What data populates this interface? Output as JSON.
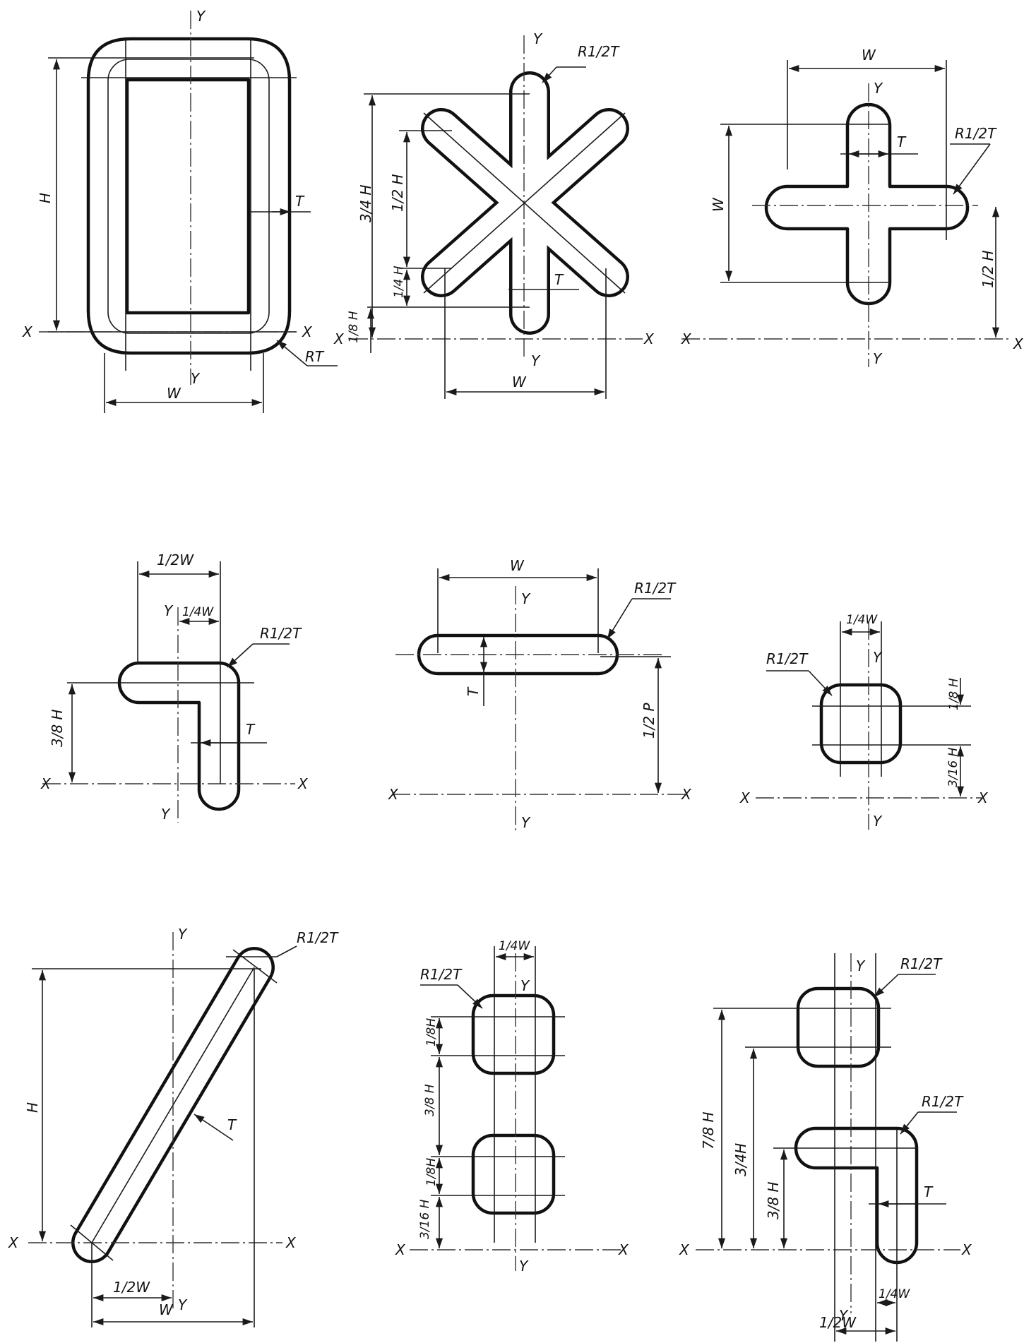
{
  "labels": {
    "x": "X",
    "y": "Y",
    "h": "H",
    "w": "W",
    "t": "T",
    "rt": "RT",
    "r_half_t": "R1/2T",
    "r_half_t_alt": "R 1/2T",
    "half_w": "1/2W",
    "half_w_alt": "1/2 W",
    "quarter_w": "1/4W",
    "quarter_w_alt": "1/4 W",
    "three_quarter_h": "3/4 H",
    "three_quarter_h_alt": "3/4H",
    "half_h": "1/2 H",
    "half_h_alt": "1/2 H",
    "half_h_mis": "1/2 P",
    "quarter_h": "1/4 H",
    "eighth_h": "1/8 H",
    "eighth_h_alt": "1/8H",
    "three_eighth_h": "3/8 H",
    "three_sixteenth_h": "3/16 H",
    "seven_eighth_h": "7/8 H"
  }
}
